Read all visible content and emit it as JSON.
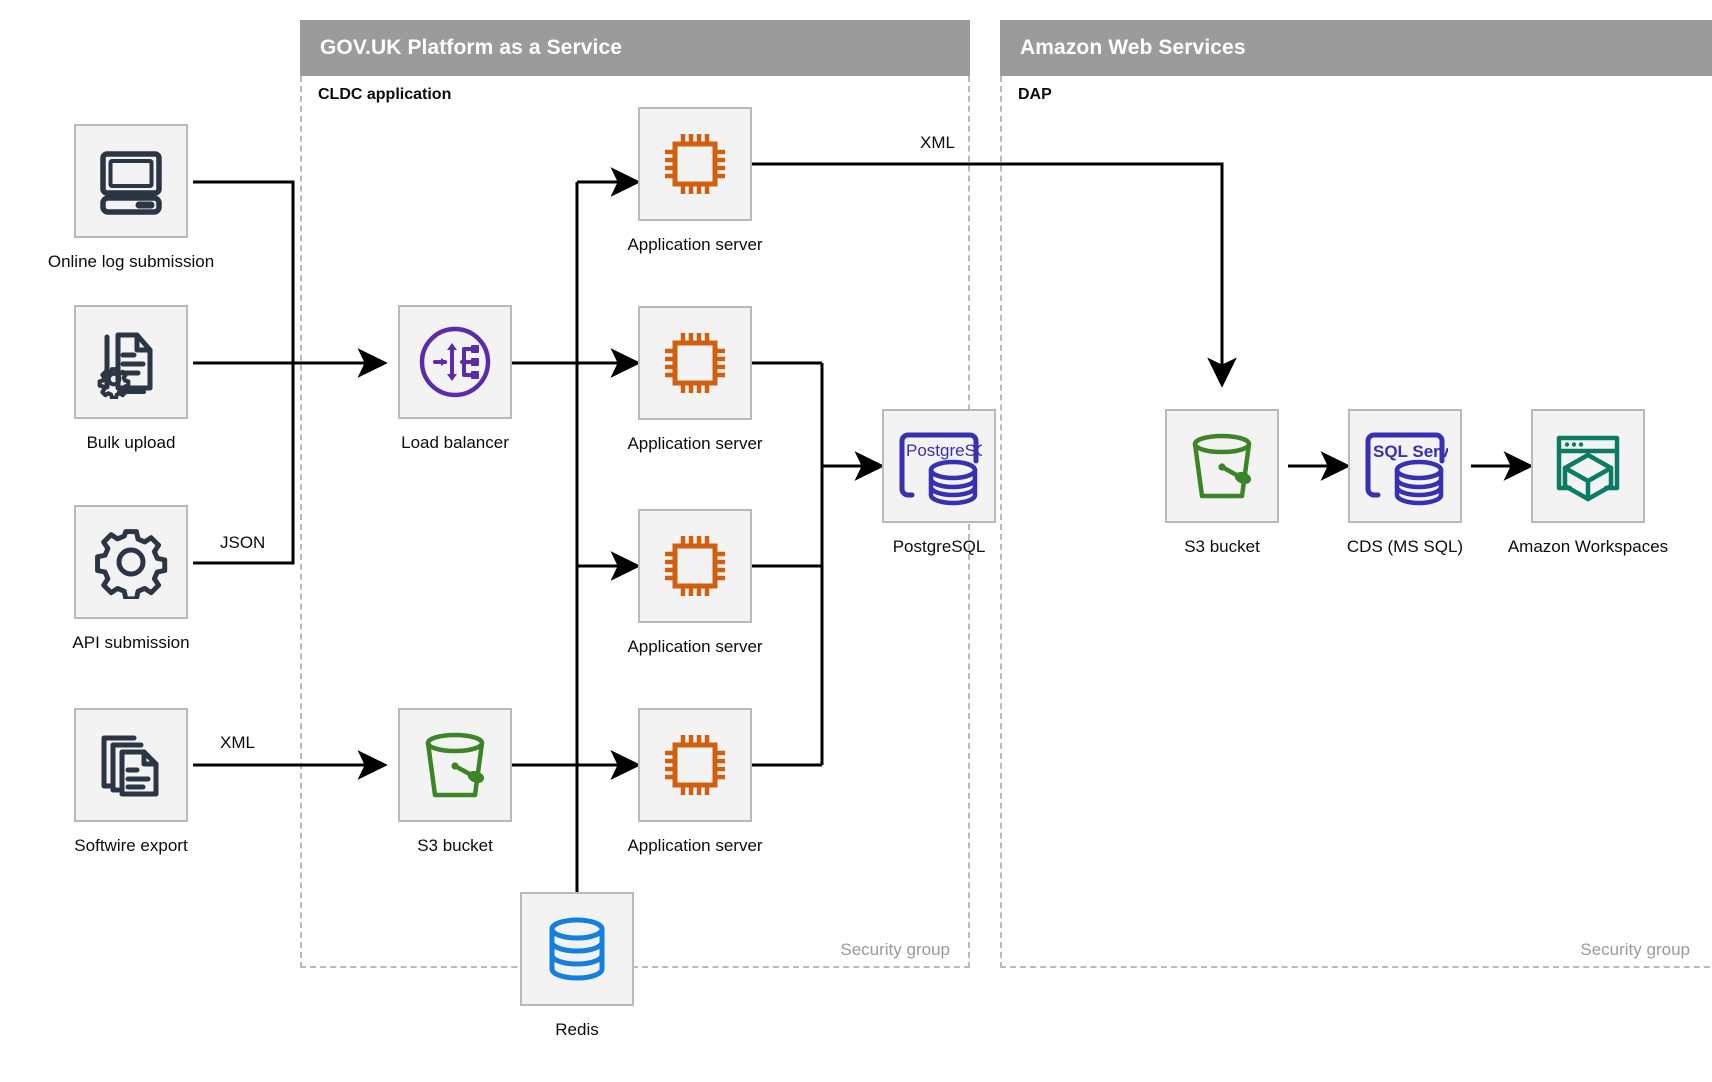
{
  "groups": [
    {
      "id": "paas",
      "title": "GOV.UK Platform as a Service",
      "sublabel": "CLDC application",
      "security_label": "Security group"
    },
    {
      "id": "aws",
      "title": "Amazon Web Services",
      "sublabel": "DAP",
      "security_label": "Security group"
    }
  ],
  "nodes": [
    {
      "id": "online-log-submission",
      "label": "Online log submission",
      "icon": "desktop-computer-icon",
      "color": "#2b3544"
    },
    {
      "id": "bulk-upload",
      "label": "Bulk upload",
      "icon": "document-gear-icon",
      "color": "#2b3544"
    },
    {
      "id": "api-submission",
      "label": "API submission",
      "icon": "gear-icon",
      "color": "#2b3544"
    },
    {
      "id": "softwire-export",
      "label": "Softwire export",
      "icon": "documents-stack-icon",
      "color": "#2b3544"
    },
    {
      "id": "load-balancer",
      "label": "Load balancer",
      "icon": "load-balancer-icon",
      "color": "#5b2ca8"
    },
    {
      "id": "app-server-1",
      "label": "Application server",
      "icon": "cpu-chip-icon",
      "color": "#d0600f"
    },
    {
      "id": "app-server-2",
      "label": "Application server",
      "icon": "cpu-chip-icon",
      "color": "#d0600f"
    },
    {
      "id": "app-server-3",
      "label": "Application server",
      "icon": "cpu-chip-icon",
      "color": "#d0600f"
    },
    {
      "id": "app-server-4",
      "label": "Application server",
      "icon": "cpu-chip-icon",
      "color": "#d0600f"
    },
    {
      "id": "postgresql",
      "label": "PostgreSQL",
      "icon": "postgresql-icon",
      "color": "#3730b0",
      "badge": "PostgreSQL"
    },
    {
      "id": "s3-bucket-paas",
      "label": "S3 bucket",
      "icon": "s3-bucket-icon",
      "color": "#3c8527"
    },
    {
      "id": "redis",
      "label": "Redis",
      "icon": "database-cylinder-icon",
      "color": "#1380e0"
    },
    {
      "id": "s3-bucket-aws",
      "label": "S3 bucket",
      "icon": "s3-bucket-icon",
      "color": "#3c8527"
    },
    {
      "id": "cds-ms-sql",
      "label": "CDS (MS SQL)",
      "icon": "sql-server-icon",
      "color": "#3730b0",
      "badge": "SQL Server"
    },
    {
      "id": "amazon-workspaces",
      "label": "Amazon Workspaces",
      "icon": "workspaces-cube-icon",
      "color": "#0c7b63"
    }
  ],
  "edge_labels": [
    {
      "id": "json-label",
      "text": "JSON"
    },
    {
      "id": "xml-source-label",
      "text": "XML"
    },
    {
      "id": "xml-export-label",
      "text": "XML"
    }
  ],
  "colors": {
    "header_band": "#9b9b9b",
    "tile_fill": "#f3f3f3",
    "tile_border": "#b9b9b9",
    "dashed_border": "#b9b9b9",
    "wire": "#000000",
    "muted_text": "#9a9a9a"
  }
}
